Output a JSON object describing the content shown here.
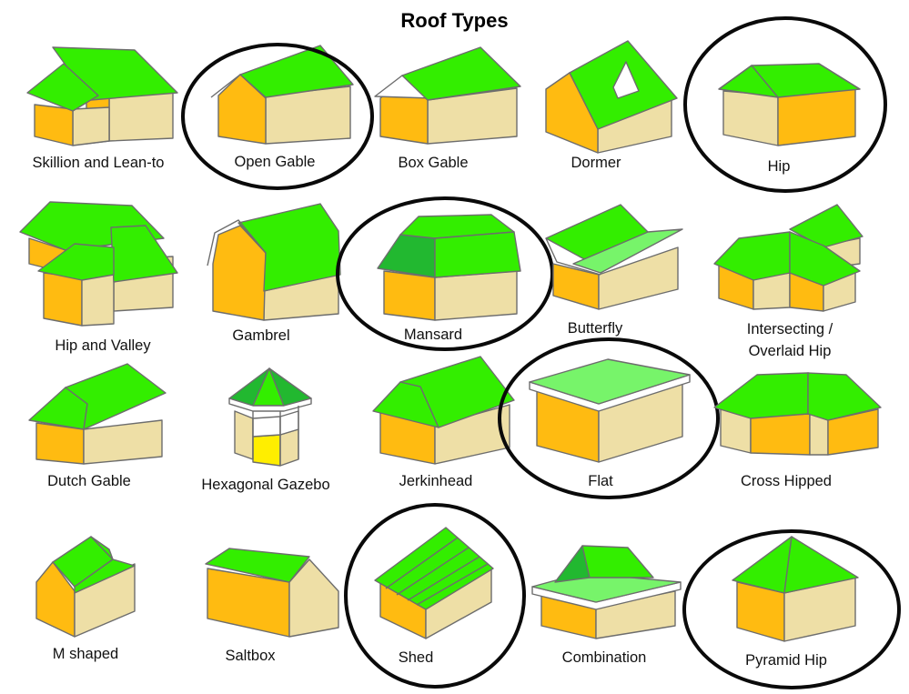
{
  "title": "Roof Types",
  "colors": {
    "roof": "#33ee00",
    "roof_dark": "#22b830",
    "roof_light": "#77f46a",
    "wall_orange": "#ffbb11",
    "wall_tan": "#eedfa6",
    "fascia": "#ffffff",
    "gazebo_glass": "#ffee00",
    "outline": "#666666",
    "circle": "#000000"
  },
  "roof_types": [
    {
      "id": "skillion",
      "label": "Skillion and Lean-to",
      "circled": false
    },
    {
      "id": "open-gable",
      "label": "Open Gable",
      "circled": true
    },
    {
      "id": "box-gable",
      "label": "Box Gable",
      "circled": false
    },
    {
      "id": "dormer",
      "label": "Dormer",
      "circled": false
    },
    {
      "id": "hip",
      "label": "Hip",
      "circled": true
    },
    {
      "id": "hip-valley",
      "label": "Hip and Valley",
      "circled": false
    },
    {
      "id": "gambrel",
      "label": "Gambrel",
      "circled": false
    },
    {
      "id": "mansard",
      "label": "Mansard",
      "circled": true
    },
    {
      "id": "butterfly",
      "label": "Butterfly",
      "circled": false
    },
    {
      "id": "intersecting-hip",
      "label": "Intersecting /",
      "label_line2": "Overlaid Hip",
      "circled": false
    },
    {
      "id": "dutch-gable",
      "label": "Dutch Gable",
      "circled": false
    },
    {
      "id": "hex-gazebo",
      "label": "Hexagonal Gazebo",
      "circled": false
    },
    {
      "id": "jerkinhead",
      "label": "Jerkinhead",
      "circled": false
    },
    {
      "id": "flat",
      "label": "Flat",
      "circled": true
    },
    {
      "id": "cross-hipped",
      "label": "Cross Hipped",
      "circled": false
    },
    {
      "id": "m-shaped",
      "label": "M shaped",
      "circled": false
    },
    {
      "id": "saltbox",
      "label": "Saltbox",
      "circled": false
    },
    {
      "id": "shed",
      "label": "Shed",
      "circled": true
    },
    {
      "id": "combination",
      "label": "Combination",
      "circled": false
    },
    {
      "id": "pyramid-hip",
      "label": "Pyramid Hip",
      "circled": true
    }
  ]
}
